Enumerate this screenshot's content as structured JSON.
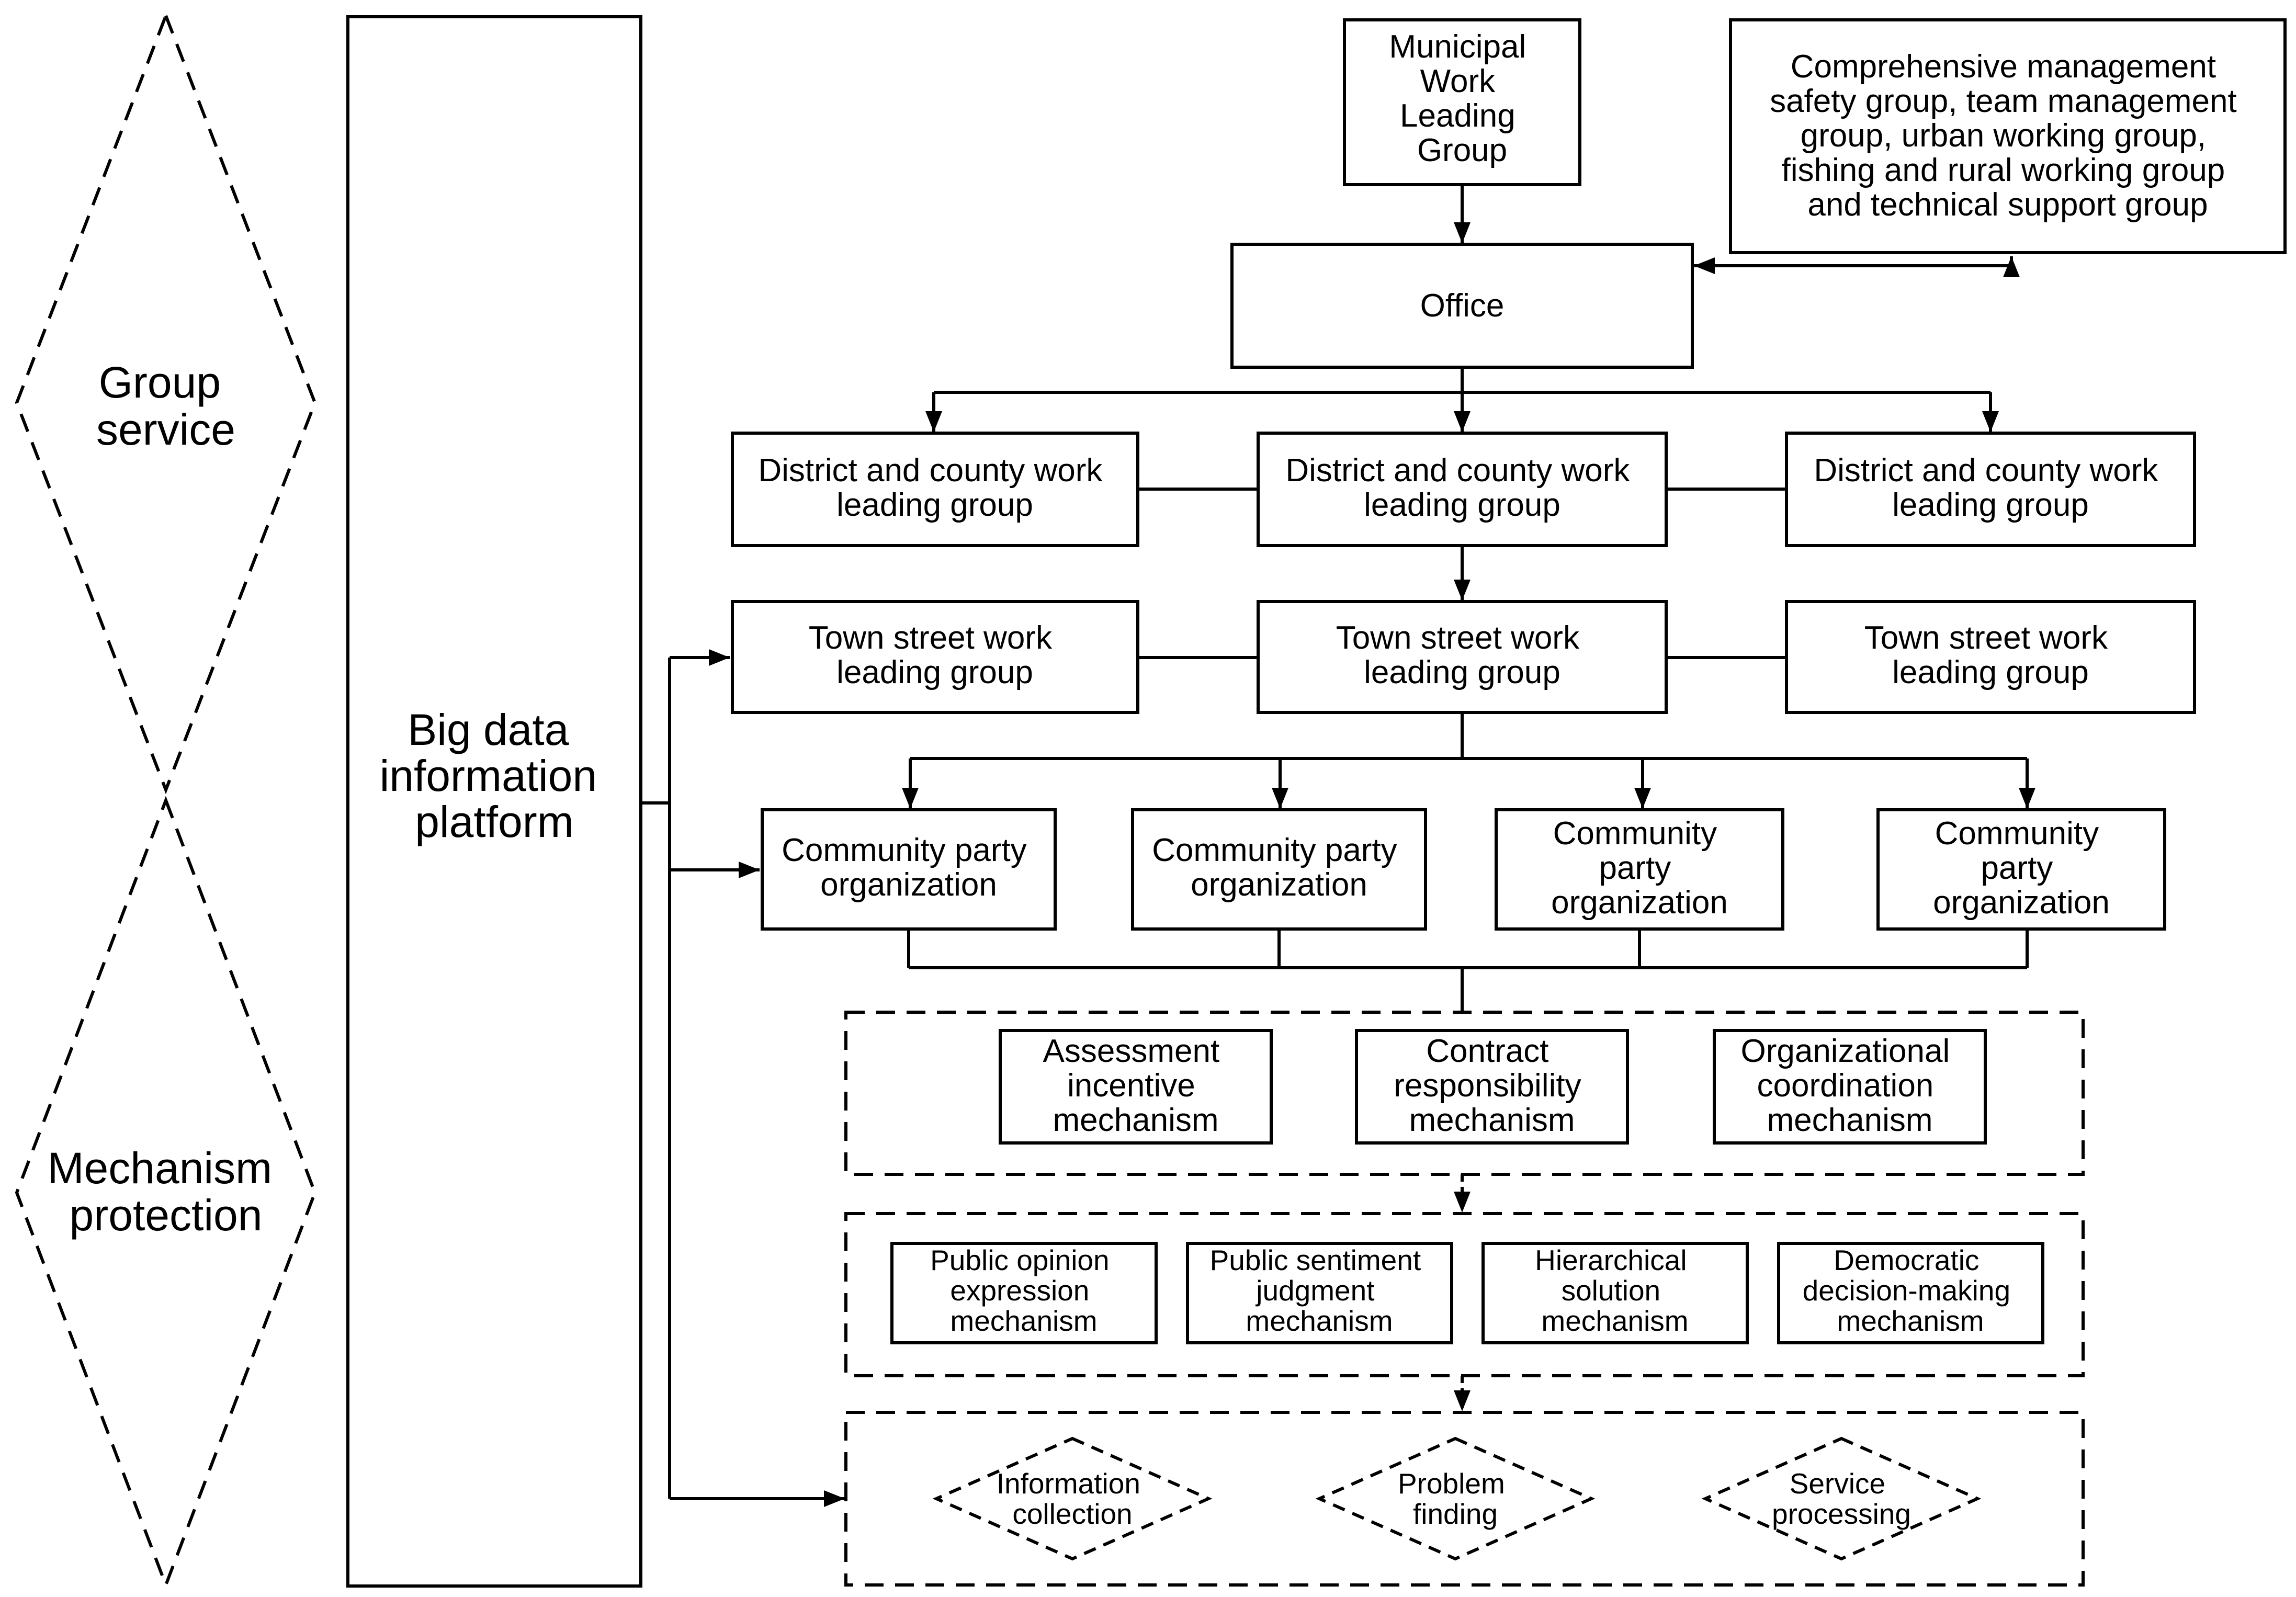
{
  "side_labels": {
    "group_service": [
      "Group",
      "service"
    ],
    "mechanism_protection": [
      "Mechanism",
      "protection"
    ]
  },
  "platform": [
    "Big data",
    "information",
    "platform"
  ],
  "municipal": [
    "Municipal",
    "Work",
    "Leading",
    "Group"
  ],
  "comprehensive": [
    "Comprehensive management",
    "safety group, team management",
    "group, urban working group,",
    "fishing and rural working group",
    "and technical support group"
  ],
  "office": "Office",
  "district": [
    "District and county work",
    "leading group"
  ],
  "town": [
    "Town street work",
    "leading group"
  ],
  "community_short": [
    "Community party",
    "organization"
  ],
  "community_long": [
    "Community",
    "party",
    "organization"
  ],
  "mechanisms_1": [
    [
      "Assessment",
      "incentive",
      "mechanism"
    ],
    [
      "Contract",
      "responsibility",
      "mechanism"
    ],
    [
      "Organizational",
      "coordination",
      "mechanism"
    ]
  ],
  "mechanisms_2": [
    [
      "Public opinion",
      "expression",
      "mechanism"
    ],
    [
      "Public sentiment",
      "judgment",
      "mechanism"
    ],
    [
      "Hierarchical",
      "solution",
      "mechanism"
    ],
    [
      "Democratic",
      "decision-making",
      "mechanism"
    ]
  ],
  "processes": [
    [
      "Information",
      "collection"
    ],
    [
      "Problem",
      "finding"
    ],
    [
      "Service",
      "processing"
    ]
  ]
}
